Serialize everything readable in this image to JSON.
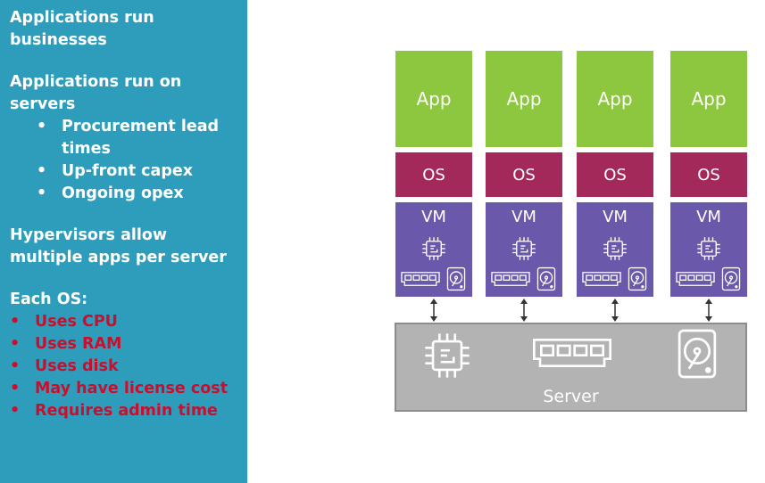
{
  "sidebar": {
    "heading1": "Applications run businesses",
    "heading2": "Applications run on servers",
    "heading2_bullets": [
      "Procurement lead times",
      "Up-front capex",
      "Ongoing opex"
    ],
    "heading3": "Hypervisors allow multiple apps per server",
    "heading4": "Each OS:",
    "os_bullets": [
      "Uses CPU",
      "Uses RAM",
      "Uses disk",
      "May have license cost",
      "Requires admin time"
    ],
    "bullet_char": "•"
  },
  "diagram": {
    "stacks": [
      {
        "app": "App",
        "os": "OS",
        "vm": "VM"
      },
      {
        "app": "App",
        "os": "OS",
        "vm": "VM"
      },
      {
        "app": "App",
        "os": "OS",
        "vm": "VM"
      },
      {
        "app": "App",
        "os": "OS",
        "vm": "VM"
      }
    ],
    "server_label": "Server",
    "icons": [
      "cpu-icon",
      "ram-icon",
      "disk-icon",
      "double-arrow-icon"
    ]
  },
  "colors": {
    "sidebar_bg": "#2e9dbb",
    "app": "#8dc63f",
    "os": "#a3295b",
    "vm": "#6a58aa",
    "server": "#b3b3b3",
    "bullet_red": "#c8102e"
  }
}
